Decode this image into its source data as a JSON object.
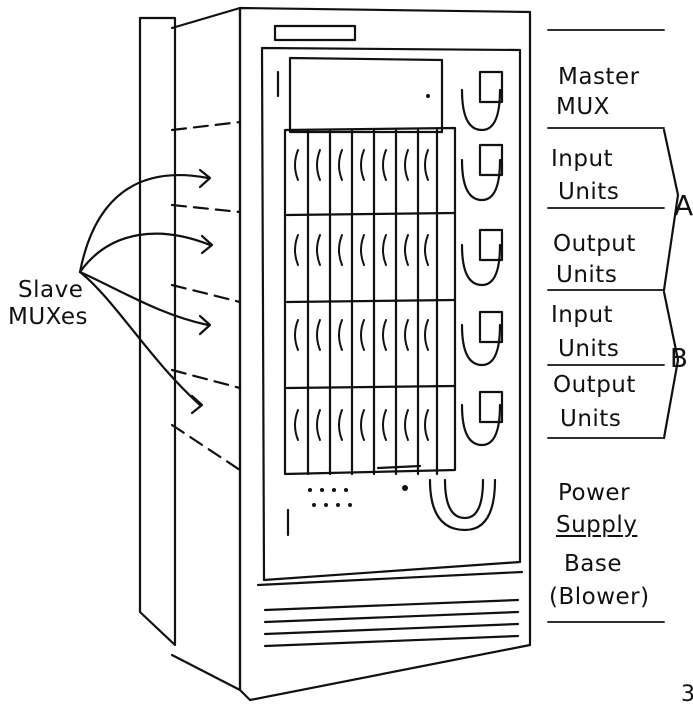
{
  "diagram": {
    "left_label": {
      "line1": "Slave",
      "line2": "MUXes"
    },
    "right_labels": {
      "master_mux": [
        "Master",
        "MUX"
      ],
      "a_input": [
        "Input",
        "Units"
      ],
      "a_output": [
        "Output",
        "Units"
      ],
      "b_input": [
        "Input",
        "Units"
      ],
      "b_output": [
        "Output",
        "Units"
      ],
      "power_supply": [
        "Power",
        "Supply"
      ],
      "base": [
        "Base",
        "(Blower)"
      ]
    },
    "group_a": "A",
    "group_b": "B",
    "page_number": "3"
  },
  "colors": {
    "ink": "#111111",
    "paper": "#ffffff"
  }
}
